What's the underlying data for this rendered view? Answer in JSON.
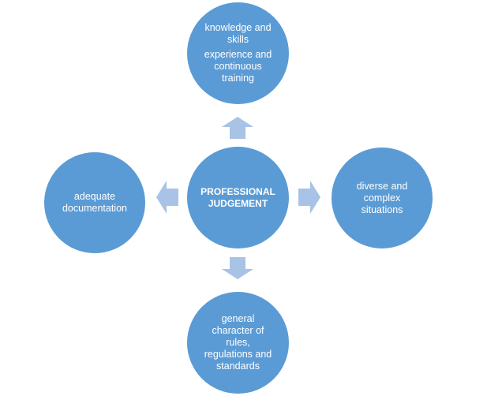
{
  "diagram": {
    "title": "Professional judgement diagram",
    "colors": {
      "node_fill": "#5b9bd5",
      "arrow_fill": "#a8c3e6",
      "text": "#ffffff"
    },
    "center": {
      "lines": [
        "PROFESSIONAL",
        "JUDGEMENT"
      ]
    },
    "top": {
      "groups": [
        [
          "knowledge and",
          "skills"
        ],
        [
          "experience and",
          "continuous",
          "training"
        ]
      ]
    },
    "left": {
      "lines": [
        "adequate",
        "documentation"
      ]
    },
    "right": {
      "lines": [
        "diverse and",
        "complex",
        "situations"
      ]
    },
    "bottom": {
      "lines": [
        "general",
        "character of",
        "rules,",
        "regulations and",
        "standards"
      ]
    },
    "arrows": [
      {
        "direction": "up",
        "from": "center",
        "to": "top"
      },
      {
        "direction": "left",
        "from": "center",
        "to": "left"
      },
      {
        "direction": "right",
        "from": "center",
        "to": "right"
      },
      {
        "direction": "down",
        "from": "center",
        "to": "bottom"
      }
    ]
  }
}
